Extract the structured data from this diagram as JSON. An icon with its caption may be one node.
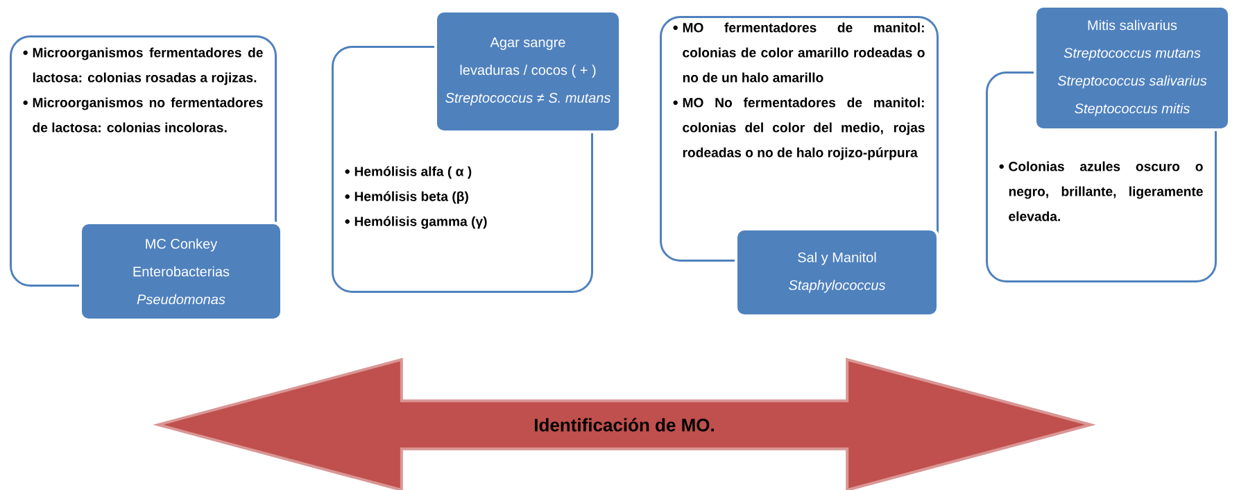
{
  "diagram": {
    "nodes": [
      {
        "text": [
          "Microorganismos fermentadores de lactosa: colonias rosadas a rojizas.",
          "Microorganismos no fermentadores de lactosa: colonias incoloras."
        ]
      },
      {
        "text": [
          "MC Conkey",
          "Enterobacterias",
          "Pseudomonas"
        ]
      },
      {
        "text": [
          "Agar sangre",
          "levaduras / cocos ( + )",
          "Streptococcus ≠  S. mutans"
        ]
      },
      {
        "text": [
          "Hemólisis alfa ( α )",
          "Hemólisis beta (β)",
          "Hemólisis gamma (γ)"
        ]
      },
      {
        "text": [
          "MO fermentadores de manitol: colonias de color amarillo rodeadas o no de un halo amarillo",
          "MO No fermentadores de manitol: colonias del color del medio, rojas rodeadas o no de halo rojizo-púrpura"
        ]
      },
      {
        "text": [
          "Sal y Manitol",
          "Staphylococcus"
        ]
      },
      {
        "text": [
          "Mitis salivarius",
          "Streptococcus mutans",
          "Streptococcus salivarius",
          "Steptococcus mitis"
        ]
      },
      {
        "text": [
          "Colonias azules oscuro o negro, brillante, ligeramente elevada."
        ]
      },
      {
        "text": [
          "Identificación de MO."
        ]
      }
    ]
  }
}
